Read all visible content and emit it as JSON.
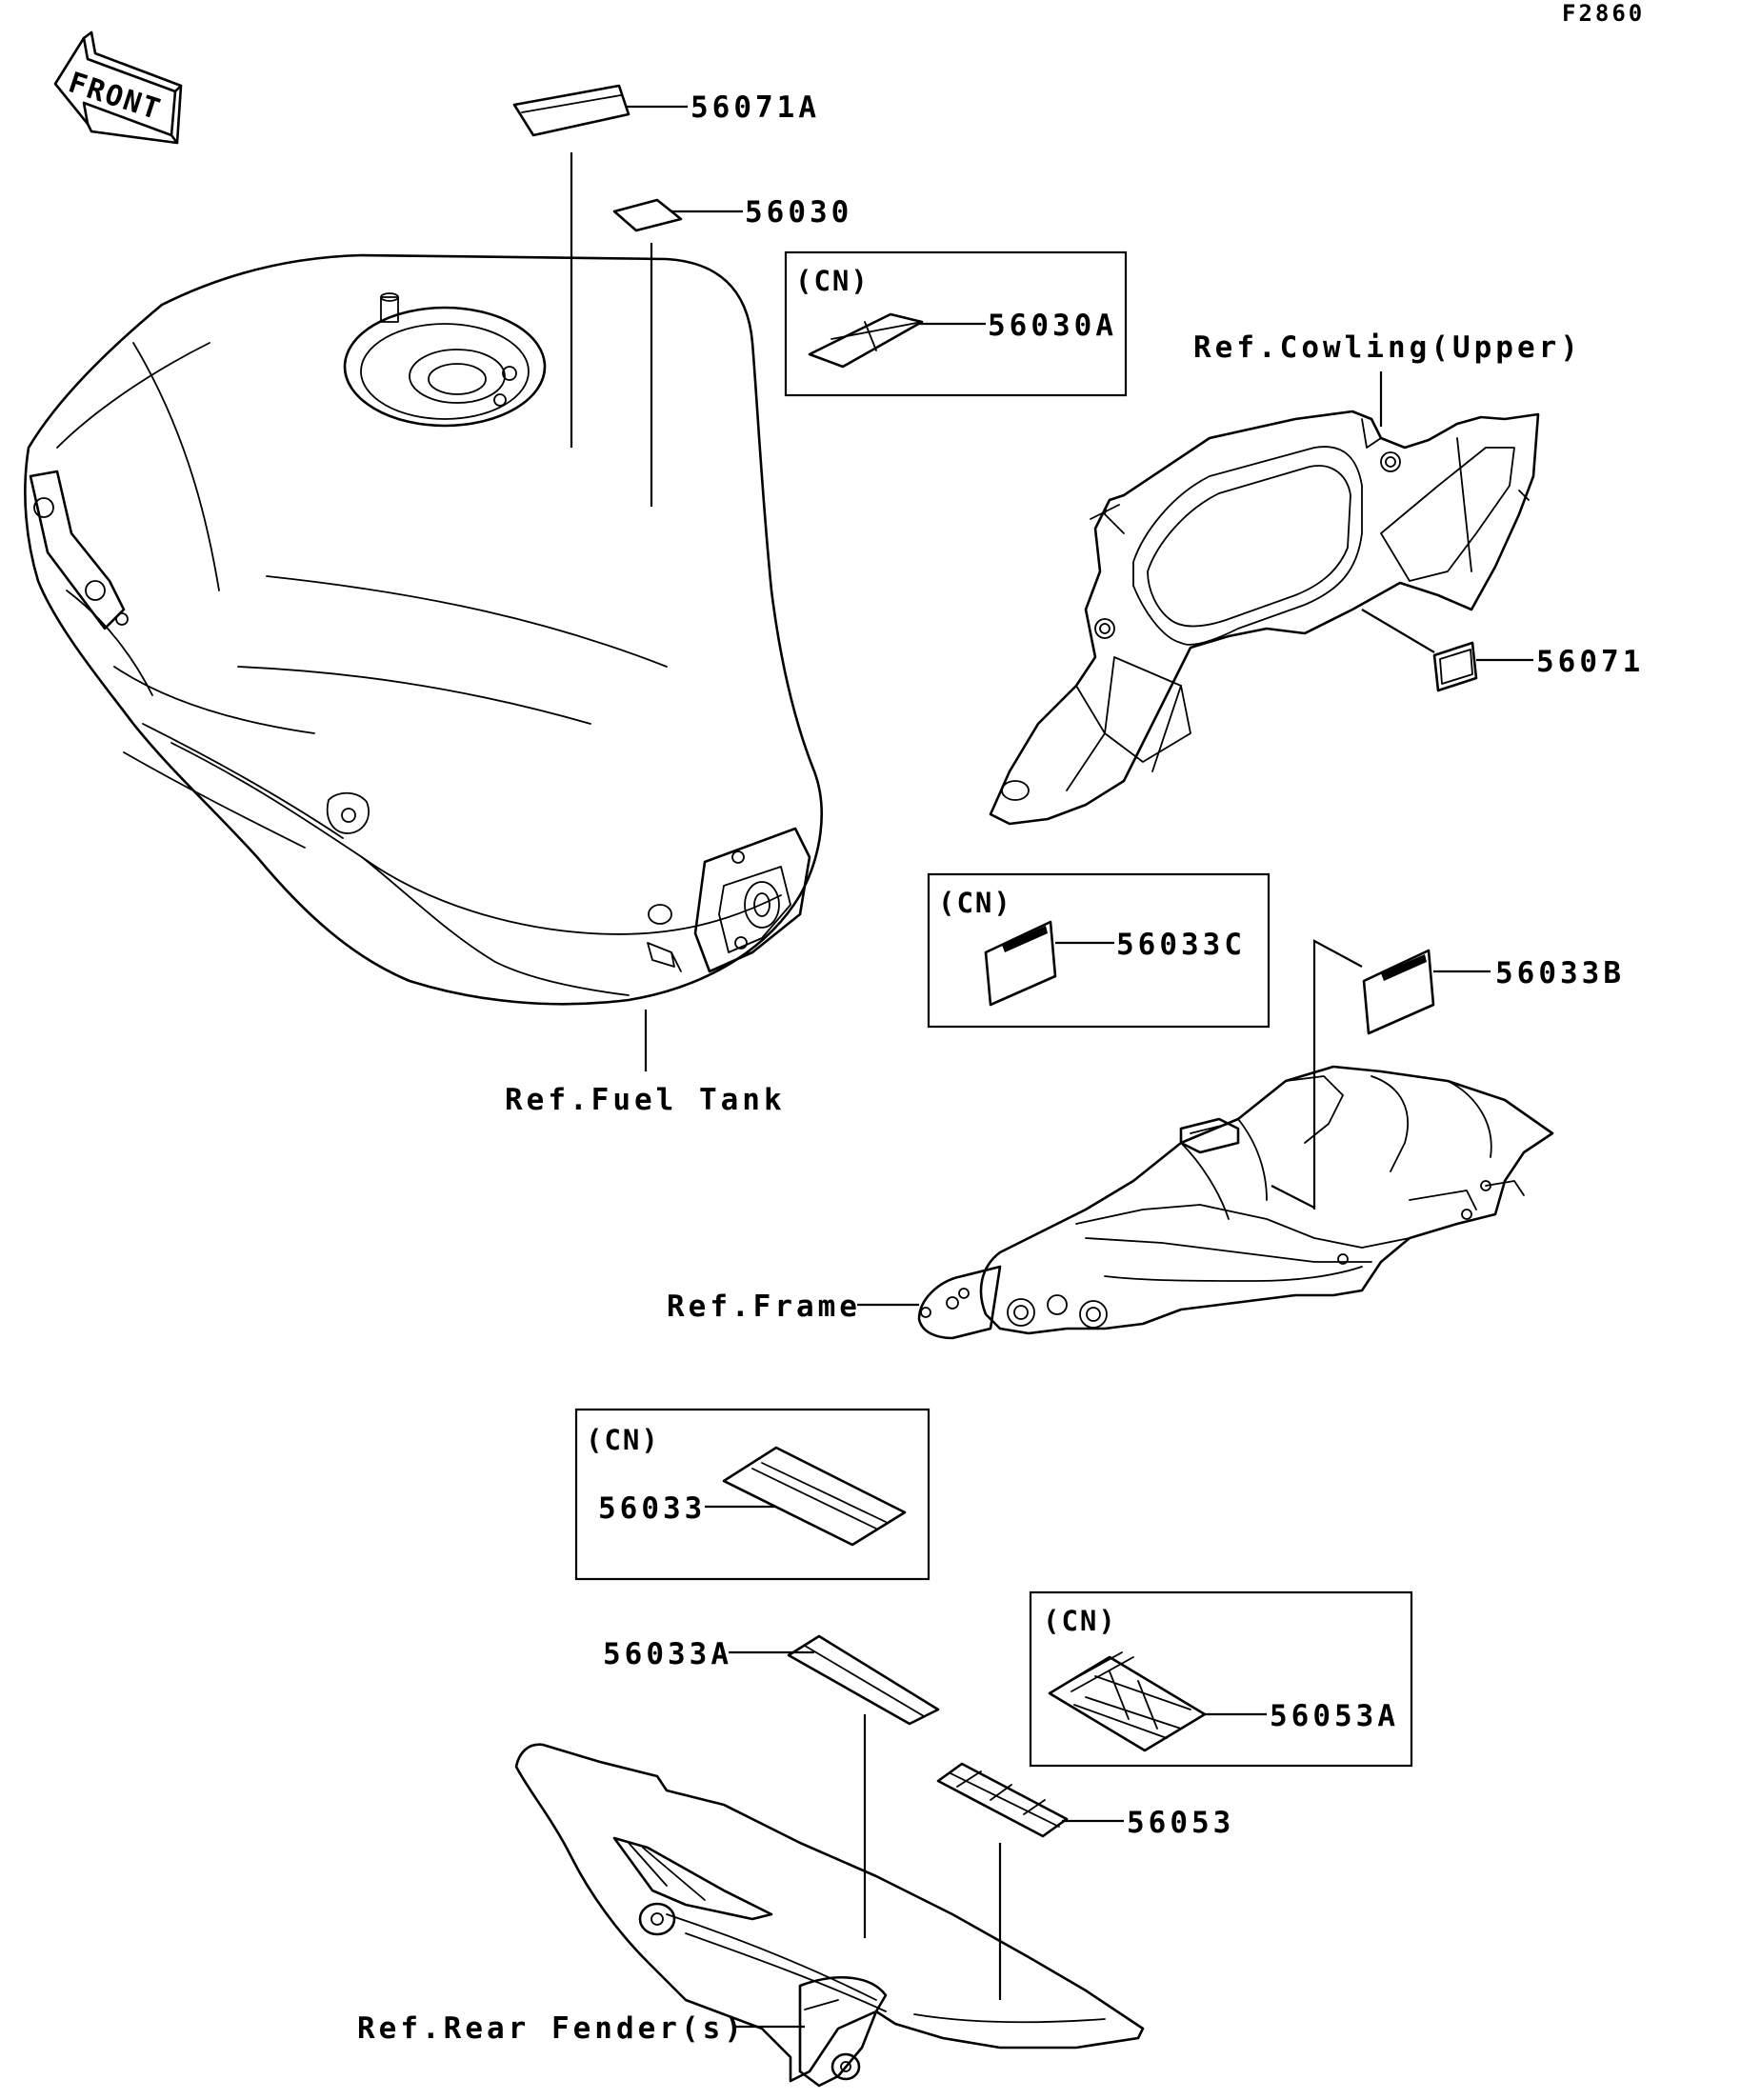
{
  "figure_code": "F2860",
  "front_arrow": {
    "text": "FRONT",
    "icon": "front-direction-arrow-icon"
  },
  "parts": {
    "p56071A": "56071A",
    "p56030": "56030",
    "p56030A": "56030A",
    "p56071": "56071",
    "p56033C": "56033C",
    "p56033B": "56033B",
    "p56033": "56033",
    "p56033A": "56033A",
    "p56053A": "56053A",
    "p56053": "56053"
  },
  "cn_tag": "(CN)",
  "references": {
    "cowling": "Ref.Cowling(Upper)",
    "fuel_tank": "Ref.Fuel Tank",
    "frame": "Ref.Frame",
    "rear_fender": "Ref.Rear Fender(s)"
  }
}
